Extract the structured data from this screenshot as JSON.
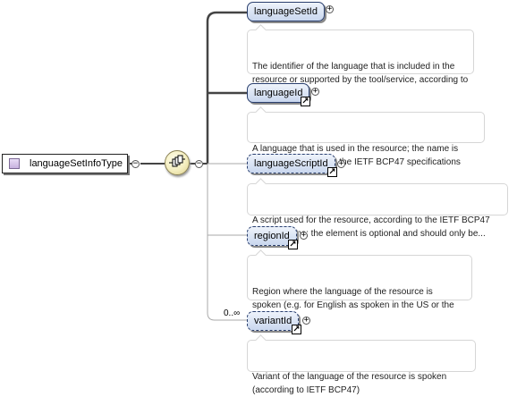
{
  "root": {
    "label": "languageSetInfoType",
    "collapse_symbol": "−"
  },
  "compositor": {
    "kind": "sequence",
    "collapse_symbol": "−"
  },
  "elements": [
    {
      "name": "languageSetId",
      "expand_symbol": "+",
      "reference": false,
      "optional": false,
      "cardinality": "",
      "description": "The identifier of the language that is included in the\nresource or supported by the tool/service, according to\nthe IETF..."
    },
    {
      "name": "languageId",
      "expand_symbol": "+",
      "reference": true,
      "optional": false,
      "cardinality": "",
      "description": "A language that is used in the resource; the name is\nselected according to the IETF BCP47 specifications"
    },
    {
      "name": "languageScriptId",
      "expand_symbol": "+",
      "reference": true,
      "optional": true,
      "cardinality": "",
      "description": "A script used for the resource, according to the IETF BCP47\nspecifications; the element is optional and should only be..."
    },
    {
      "name": "regionId",
      "expand_symbol": "+",
      "reference": true,
      "optional": true,
      "cardinality": "",
      "description": "Region where the language of the resource is\nspoken (e.g. for English as spoken in the US or the\nUK etc.)"
    },
    {
      "name": "variantId",
      "expand_symbol": "+",
      "reference": true,
      "optional": true,
      "cardinality": "0..∞",
      "description": "Variant of the language of the resource is spoken\n(according to IETF BCP47)"
    }
  ]
}
